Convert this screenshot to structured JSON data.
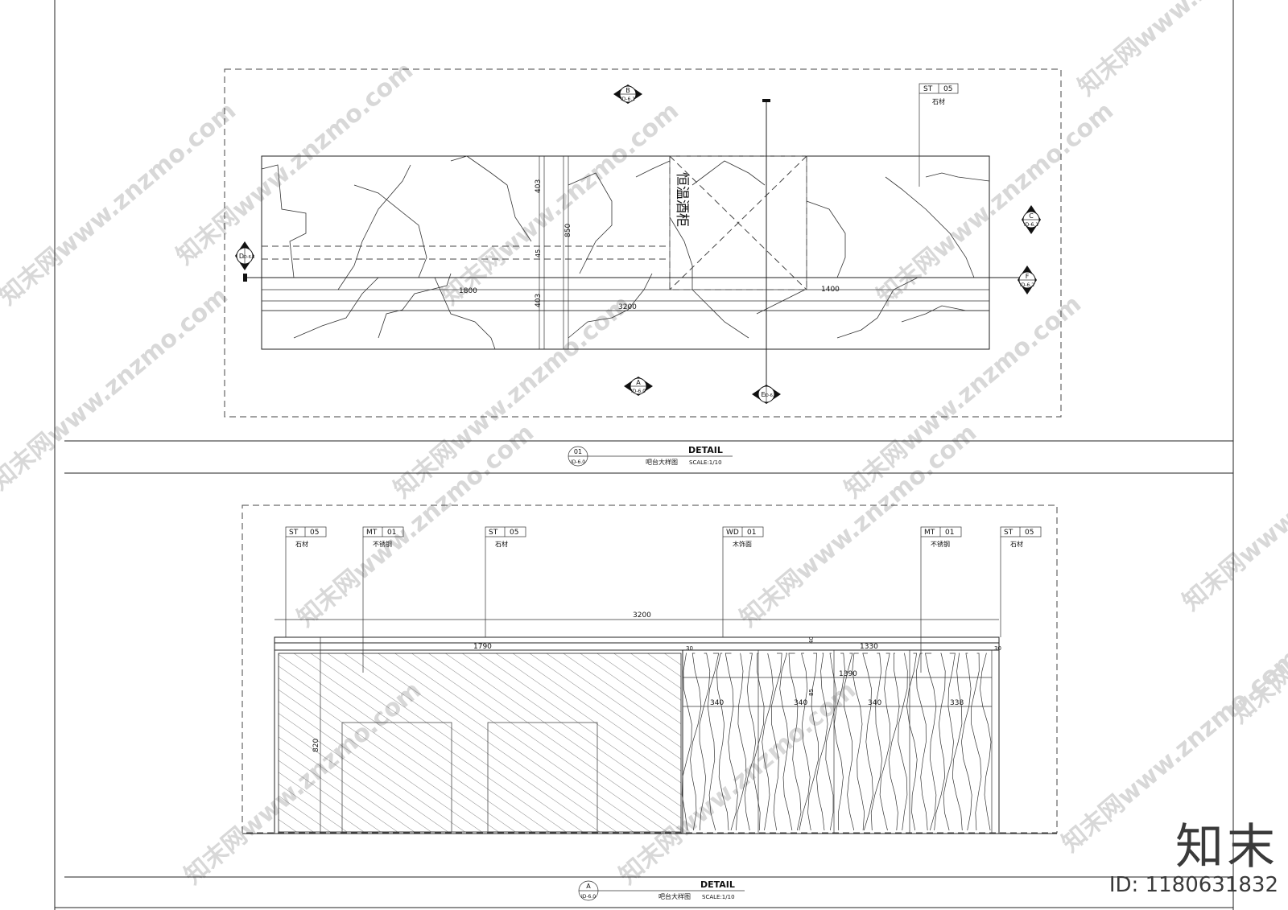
{
  "plan": {
    "label_wine_cabinet": "恒温酒柜",
    "dims": {
      "depth_top": "403",
      "depth_mid": "850",
      "depth_gap": "45",
      "depth_bottom": "403",
      "len_left": "1800",
      "len_right": "1400",
      "len_total": "3200"
    },
    "section_marks": [
      {
        "letter": "B",
        "ref": "ID-6.1"
      },
      {
        "letter": "C",
        "ref": "ID-6.1"
      },
      {
        "letter": "D",
        "ref": "ID-6.1"
      },
      {
        "letter": "F",
        "ref": "ID-6.2"
      },
      {
        "letter": "A",
        "ref": "ID-6.0"
      },
      {
        "letter": "E",
        "ref": "ID-6.1"
      }
    ],
    "material_tag": {
      "code": "ST",
      "num": "05",
      "name": "石材"
    },
    "title_block": {
      "num": "01",
      "ref": "ID-6.0",
      "title": "DETAIL",
      "subtitle": "吧台大样图",
      "scale": "SCALE:1/10"
    }
  },
  "elevation": {
    "tags": [
      {
        "code": "ST",
        "num": "05",
        "name": "石材"
      },
      {
        "code": "MT",
        "num": "01",
        "name": "不锈钢"
      },
      {
        "code": "ST",
        "num": "05",
        "name": "石材"
      },
      {
        "code": "WD",
        "num": "01",
        "name": "木饰面"
      },
      {
        "code": "MT",
        "num": "01",
        "name": "不锈钢"
      },
      {
        "code": "ST",
        "num": "05",
        "name": "石材"
      }
    ],
    "dims": {
      "total": "3200",
      "left_width": "1790",
      "right_width": "1330",
      "inner_width": "1390",
      "panels": [
        "340",
        "340",
        "340",
        "338"
      ],
      "height": "820",
      "small_a": "30",
      "small_b": "30",
      "small_c": "40",
      "small_d": "85"
    },
    "title_block": {
      "num": "A",
      "ref": "ID-6.0",
      "title": "DETAIL",
      "subtitle": "吧台大样图",
      "scale": "SCALE:1/10"
    }
  },
  "watermark": {
    "text": "知末网www.znzmo.com"
  },
  "brand": {
    "logo": "知末",
    "id_text": "ID: 1180631832"
  }
}
